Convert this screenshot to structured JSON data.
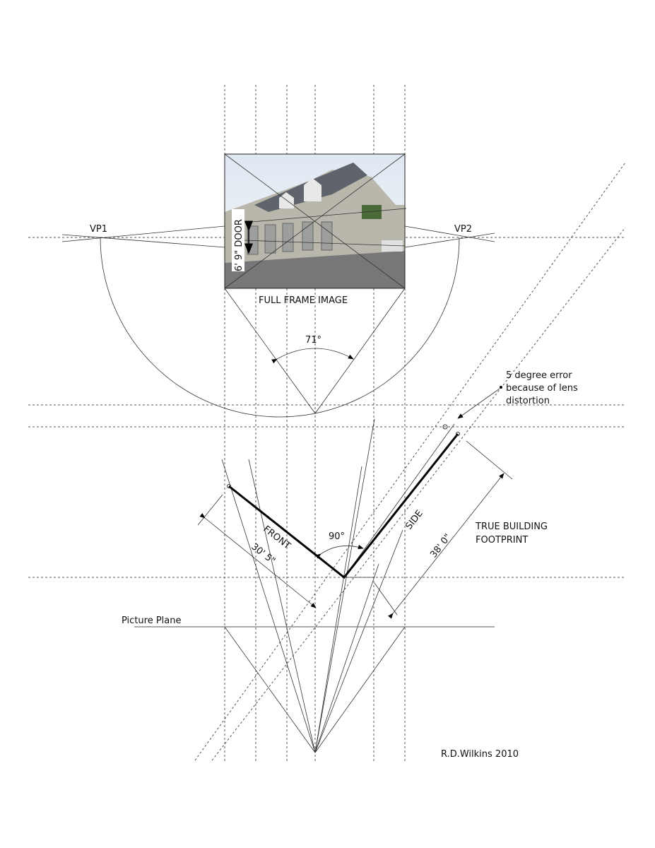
{
  "labels": {
    "vp1": "VP1",
    "vp2": "VP2",
    "door": "6' 9\" DOOR",
    "full_frame": "FULL FRAME IMAGE",
    "angle_view": "71°",
    "lens_error_1": "5 degree error",
    "lens_error_2": "because of lens",
    "lens_error_3": "distortion",
    "front": "FRONT",
    "side": "SIDE",
    "angle_corner": "90°",
    "front_dim": "30' 5\"",
    "side_dim": "38' 0\"",
    "footprint_1": "TRUE BUILDING",
    "footprint_2": "FOOTPRINT",
    "picture_plane": "Picture Plane",
    "credit": "R.D.Wilkins  2010"
  }
}
